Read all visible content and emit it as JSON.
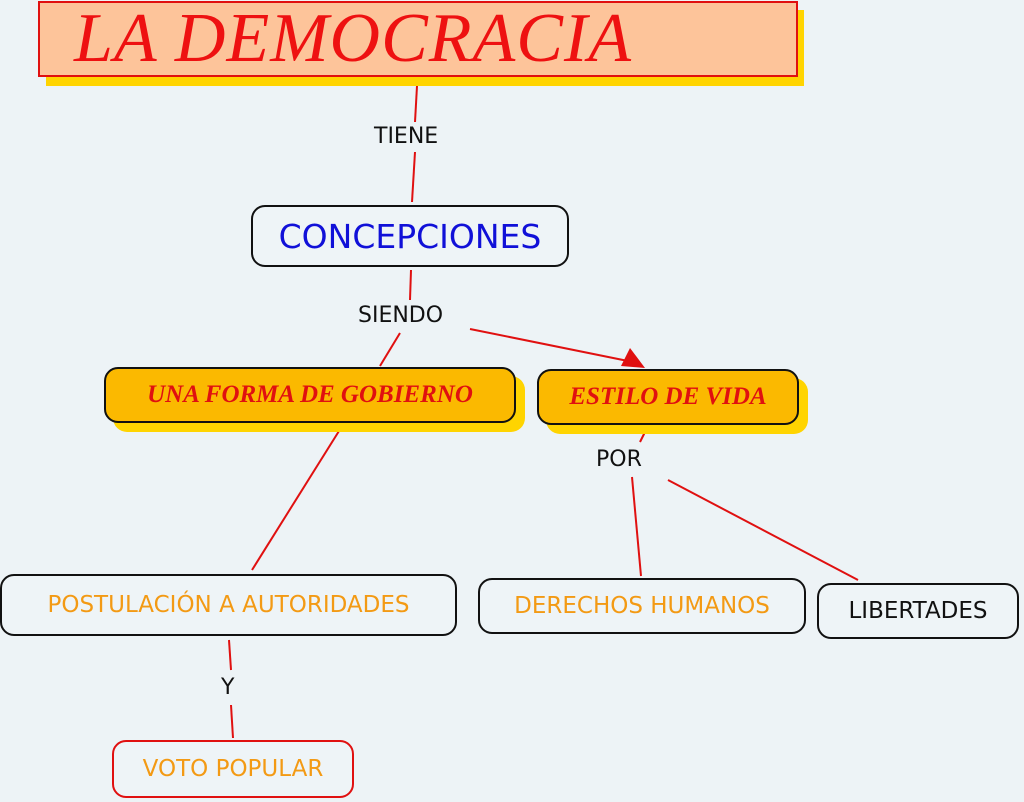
{
  "diagram": {
    "nodes": {
      "title": "LA DEMOCRACIA",
      "concepciones": "CONCEPCIONES",
      "gobierno": "UNA FORMA DE GOBIERNO",
      "estilo": "ESTILO DE VIDA",
      "postulacion": "POSTULACIÓN A AUTORIDADES",
      "derechos": "DERECHOS HUMANOS",
      "libertades": "LIBERTADES",
      "voto": "VOTO POPULAR"
    },
    "links": {
      "tiene": "TIENE",
      "siendo": "SIENDO",
      "por": "POR",
      "y": "Y"
    },
    "colors": {
      "connector": "#e01010",
      "title_text": "#ee1111",
      "title_fill": "#fdc49a",
      "shadow": "#ffd400",
      "highlight_fill": "#fbb900",
      "concept_text": "#1010d8",
      "leaf_text": "#f39a14"
    }
  }
}
